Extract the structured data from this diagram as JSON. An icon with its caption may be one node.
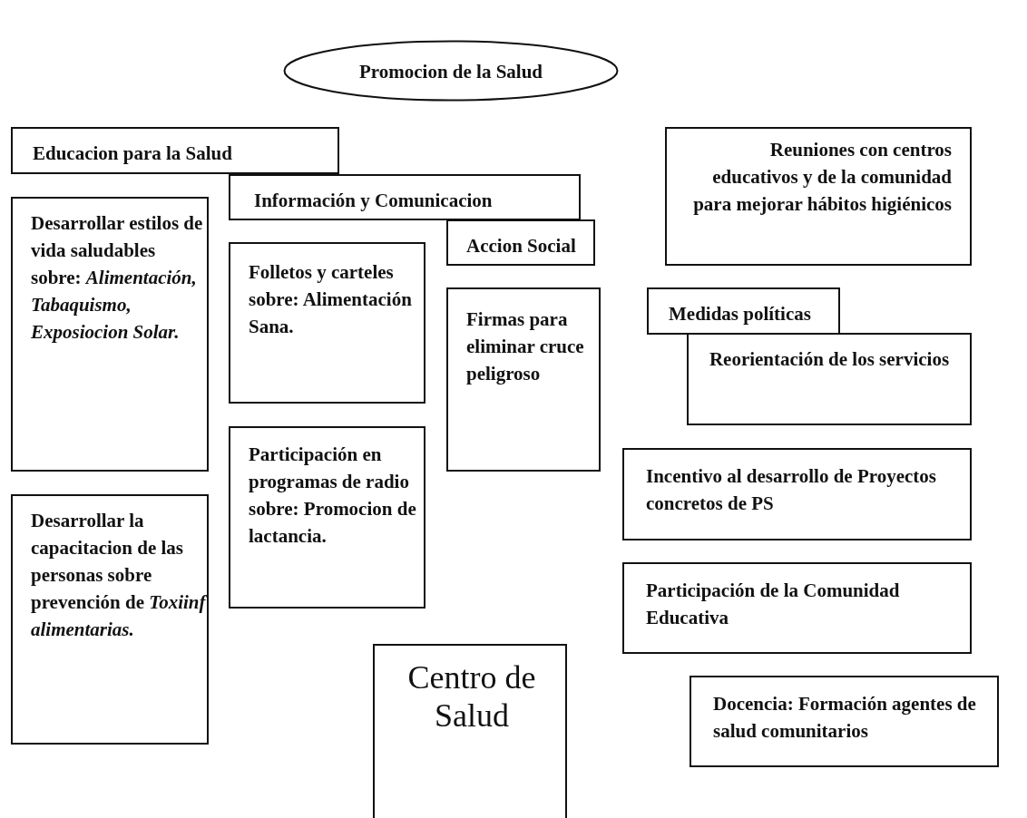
{
  "diagram": {
    "nodes": [
      {
        "text": [
          "Promocion de la Salud"
        ]
      },
      {
        "text": [
          "Educacion para la Salud"
        ]
      },
      {
        "text": [
          "Reuniones con centros educativos y de la comunidad para mejorar hábitos higiénicos"
        ]
      },
      {
        "text": [
          "Información y Comunicacion"
        ]
      },
      {
        "text": [
          "Desarrollar estilos de vida saludables sobre: *Alimentación, Tabaquismo, Exposiocion Solar.*"
        ]
      },
      {
        "text": [
          "Accion Social"
        ]
      },
      {
        "text": [
          "Folletos y carteles sobre: Alimentación Sana."
        ]
      },
      {
        "text": [
          "Firmas para eliminar cruce peligroso"
        ]
      },
      {
        "text": [
          "Medidas políticas"
        ]
      },
      {
        "text": [
          "Reorientación de los servicios"
        ]
      },
      {
        "text": [
          "Participación en programas de radio sobre: Promocion de lactancia."
        ]
      },
      {
        "text": [
          "Incentivo al desarrollo de Proyectos concretos de PS"
        ]
      },
      {
        "text": [
          "Desarrollar la capacitacion de las personas sobre prevención de *Toxiinf alimentarias.*"
        ]
      },
      {
        "text": [
          "Participación de la Comunidad Educativa"
        ]
      },
      {
        "text": [
          "Centro de Salud"
        ]
      },
      {
        "text": [
          "Docencia: Formación agentes de salud comunitarios"
        ]
      }
    ]
  }
}
